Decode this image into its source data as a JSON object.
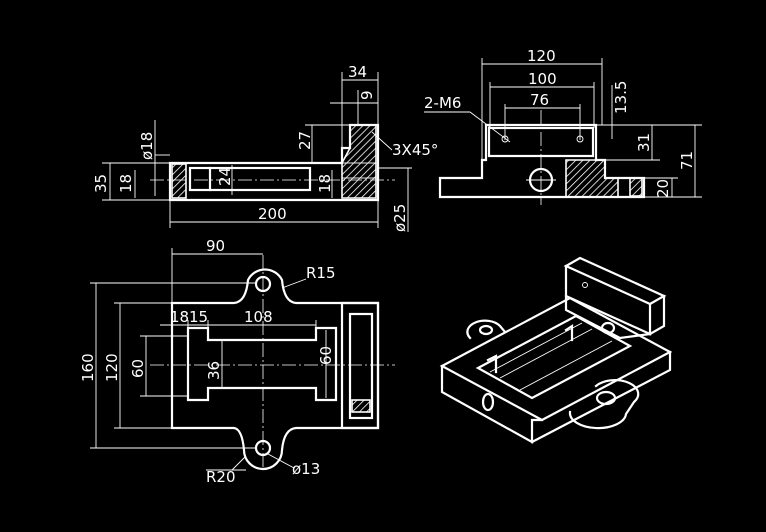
{
  "colors": {
    "background": "#000000",
    "lines": "#ffffff"
  },
  "front_view": {
    "dims": {
      "d34": "34",
      "d9": "9",
      "d27": "27",
      "d18_dia": "ø18",
      "chamfer": "3X45°",
      "d35": "35",
      "d18_left": "18",
      "d24": "24",
      "d18_inner": "18",
      "d25_dia": "ø25",
      "d200": "200"
    }
  },
  "side_view": {
    "dims": {
      "d120": "120",
      "d100": "100",
      "d76": "76",
      "thread": "2-M6",
      "d13_5": "13.5",
      "d31": "31",
      "d71": "71",
      "d20": "20"
    }
  },
  "top_view": {
    "dims": {
      "d90": "90",
      "r15": "R15",
      "d18": "18",
      "d15": "15",
      "d108": "108",
      "d160": "160",
      "d120": "120",
      "d60_left": "60",
      "d36": "36",
      "d60_right": "60",
      "r20": "R20",
      "d13_dia": "ø13"
    }
  }
}
